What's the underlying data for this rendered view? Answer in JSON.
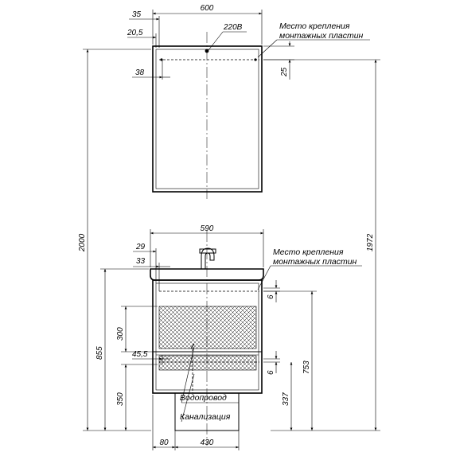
{
  "dimensions": {
    "top_width": "600",
    "top_35": "35",
    "top_20_5": "20,5",
    "top_38": "38",
    "top_25": "25",
    "voltage": "220В",
    "total_height": "2000",
    "mount_height": "1972",
    "vanity_width": "590",
    "d29": "29",
    "d33": "33",
    "d300": "300",
    "d45_5": "45,5",
    "d855": "855",
    "d350": "350",
    "d6a": "6",
    "d6b": "6",
    "d753": "753",
    "d337": "337",
    "d80": "80",
    "d430": "430"
  },
  "labels": {
    "mount_top_line1": "Место крепления",
    "mount_top_line2": "монтажных пластин",
    "mount_mid_line1": "Место крепления",
    "mount_mid_line2": "монтажных пластин",
    "water": "Водопровод",
    "sewer": "Канализация"
  }
}
